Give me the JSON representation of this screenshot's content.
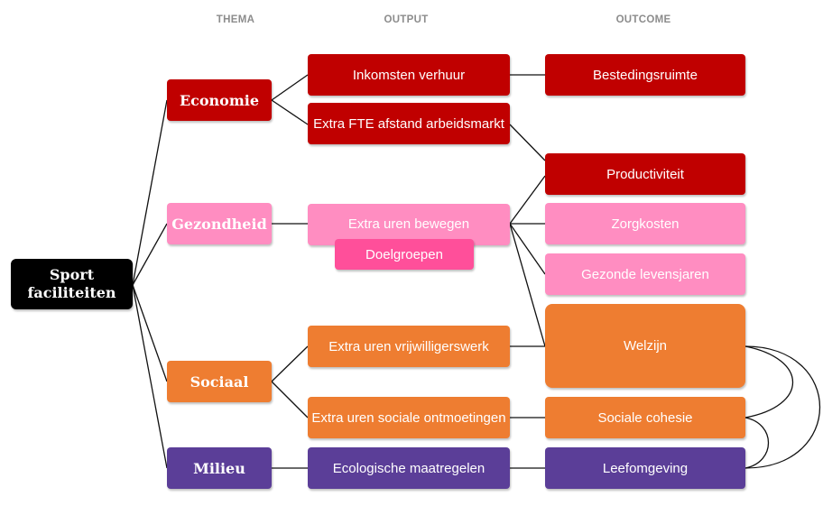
{
  "headers": {
    "thema": "THEMA",
    "output": "OUTPUT",
    "outcome": "OUTCOME"
  },
  "root": {
    "label": "Sport faciliteiten"
  },
  "themes": {
    "economie": "Economie",
    "gezondheid": "Gezondheid",
    "sociaal": "Sociaal",
    "milieu": "Milieu"
  },
  "outputs": {
    "inkomsten": "Inkomsten verhuur",
    "fte": "Extra FTE afstand arbeidsmarkt",
    "bewegen": "Extra uren bewegen",
    "doelgroepen": "Doelgroepen",
    "vrijwilligers": "Extra uren vrijwilligerswerk",
    "ontmoetingen": "Extra uren sociale ontmoetingen",
    "ecologisch": "Ecologische maatregelen"
  },
  "outcomes": {
    "bestedingsruimte": "Bestedingsruimte",
    "productiviteit": "Productiviteit",
    "zorgkosten": "Zorgkosten",
    "levensjaren": "Gezonde levensjaren",
    "welzijn": "Welzijn",
    "cohesie": "Sociale cohesie",
    "leefomgeving": "Leefomgeving"
  },
  "colors": {
    "red": "#c00000",
    "pink": "#ff8dc1",
    "hotpink": "#ff4f9a",
    "orange": "#ee7d31",
    "purple": "#5b3e98",
    "black": "#000000",
    "header_grey": "#8c8c8c"
  }
}
